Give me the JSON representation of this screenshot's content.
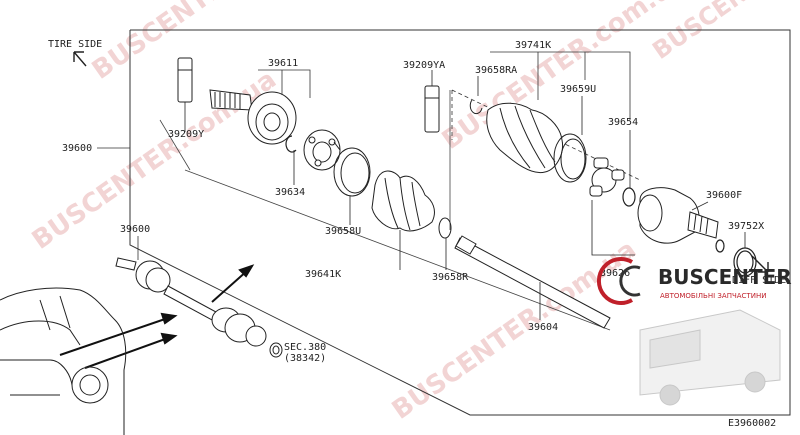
{
  "side_labels": {
    "tire_side": "TIRE SIDE",
    "diff_side": "DIFF SIDE"
  },
  "diagram_code": "E3960002",
  "parts": {
    "p39600_main": "39600",
    "p39600_sub": "39600",
    "p39209y": "39209Y",
    "p39611": "39611",
    "p39634": "39634",
    "p39641k": "39641K",
    "p39658u": "39658U",
    "p39658r": "39658R",
    "p39209ya": "39209YA",
    "p39658ra": "39658RA",
    "p39741k": "39741K",
    "p39659u": "39659U",
    "p39654": "39654",
    "p39626": "39626",
    "p39604": "39604",
    "p39600f": "39600F",
    "p39752x": "39752X",
    "sec_ref": "SEC.380",
    "sec_ref_part": "(38342)"
  },
  "logo": {
    "name": "BUSCENTER",
    "tagline": "АВТОМОБІЛЬНІ ЗАПЧАСТИНИ"
  },
  "watermarks": [
    "BUSCENTER.com.ua",
    "BUSCENTER.com.ua",
    "BUSCENTER.com.ua",
    "BUSCENTER.com.ua",
    "BUSCENTER.com.ua"
  ]
}
